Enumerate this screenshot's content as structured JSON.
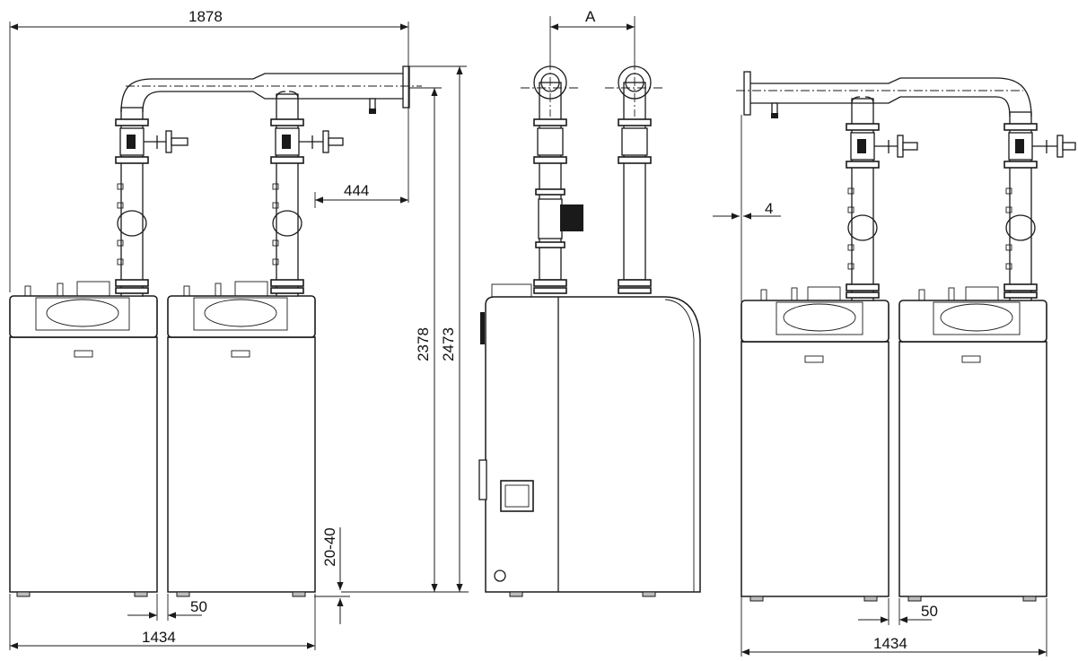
{
  "dimensions": {
    "top_width": "1878",
    "flue_offset": "444",
    "height_outer": "2473",
    "height_inner": "2378",
    "leg_range": "20-40",
    "gap_left": "50",
    "base_width_left": "1434",
    "pipe_spacing": "A",
    "wall_gap": "4",
    "gap_right": "50",
    "base_width_right": "1434"
  }
}
